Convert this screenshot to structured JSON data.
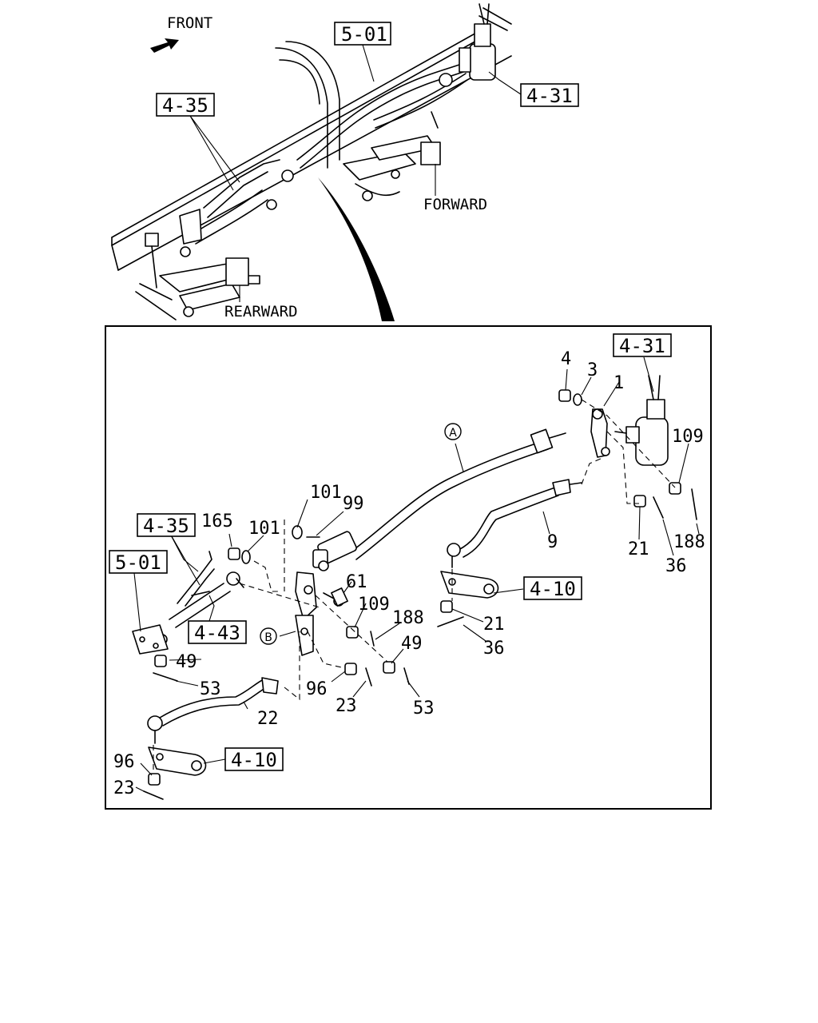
{
  "overview": {
    "front_label": "FRONT",
    "forward_label": "FORWARD",
    "rearward_label": "REARWARD",
    "refs": {
      "r501": "5-01",
      "r431": "4-31",
      "r435": "4-35"
    }
  },
  "detail": {
    "refs": {
      "r431": "4-31",
      "r435": "4-35",
      "r501": "5-01",
      "r443": "4-43",
      "r410a": "4-10",
      "r410b": "4-10"
    },
    "circles": {
      "a": "A",
      "b": "B"
    },
    "parts": {
      "p4": "4",
      "p3": "3",
      "p1": "1",
      "p109a": "109",
      "p188a": "188",
      "p21a": "21",
      "p36a": "36",
      "p9": "9",
      "p101a": "101",
      "p99": "99",
      "p165": "165",
      "p101b": "101",
      "p61": "61",
      "p109b": "109",
      "p188b": "188",
      "p21b": "21",
      "p36b": "36",
      "p49a": "49",
      "p49b": "49",
      "p53a": "53",
      "p53b": "53",
      "p96a": "96",
      "p23a": "23",
      "p22": "22",
      "p96b": "96",
      "p23b": "23"
    }
  }
}
